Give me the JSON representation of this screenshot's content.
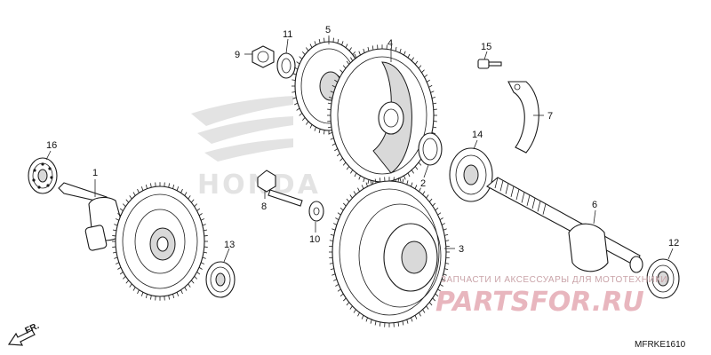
{
  "callouts": [
    {
      "id": "c1",
      "text": "1"
    },
    {
      "id": "c2",
      "text": "2"
    },
    {
      "id": "c3",
      "text": "3"
    },
    {
      "id": "c4",
      "text": "4"
    },
    {
      "id": "c5",
      "text": "5"
    },
    {
      "id": "c6",
      "text": "6"
    },
    {
      "id": "c7",
      "text": "7"
    },
    {
      "id": "c8",
      "text": "8"
    },
    {
      "id": "c9",
      "text": "9"
    },
    {
      "id": "c10",
      "text": "10"
    },
    {
      "id": "c11",
      "text": "11"
    },
    {
      "id": "c12",
      "text": "12"
    },
    {
      "id": "c13",
      "text": "13"
    },
    {
      "id": "c14",
      "text": "14"
    },
    {
      "id": "c15",
      "text": "15"
    },
    {
      "id": "c16",
      "text": "16"
    }
  ],
  "direction_label": "FR.",
  "diagram_code": "MFRKE1610",
  "watermark": {
    "logo_text": "HONDA",
    "tagline": "ЗАПЧАСТИ И АКСЕССУАРЫ ДЛЯ МОТОТЕХНИКИ",
    "brand": "PARTSFOR.RU"
  },
  "colors": {
    "ink": "#1a1a1a",
    "watermark_gray": "#e3e3e3",
    "watermark_pink": "#e8b6be"
  }
}
